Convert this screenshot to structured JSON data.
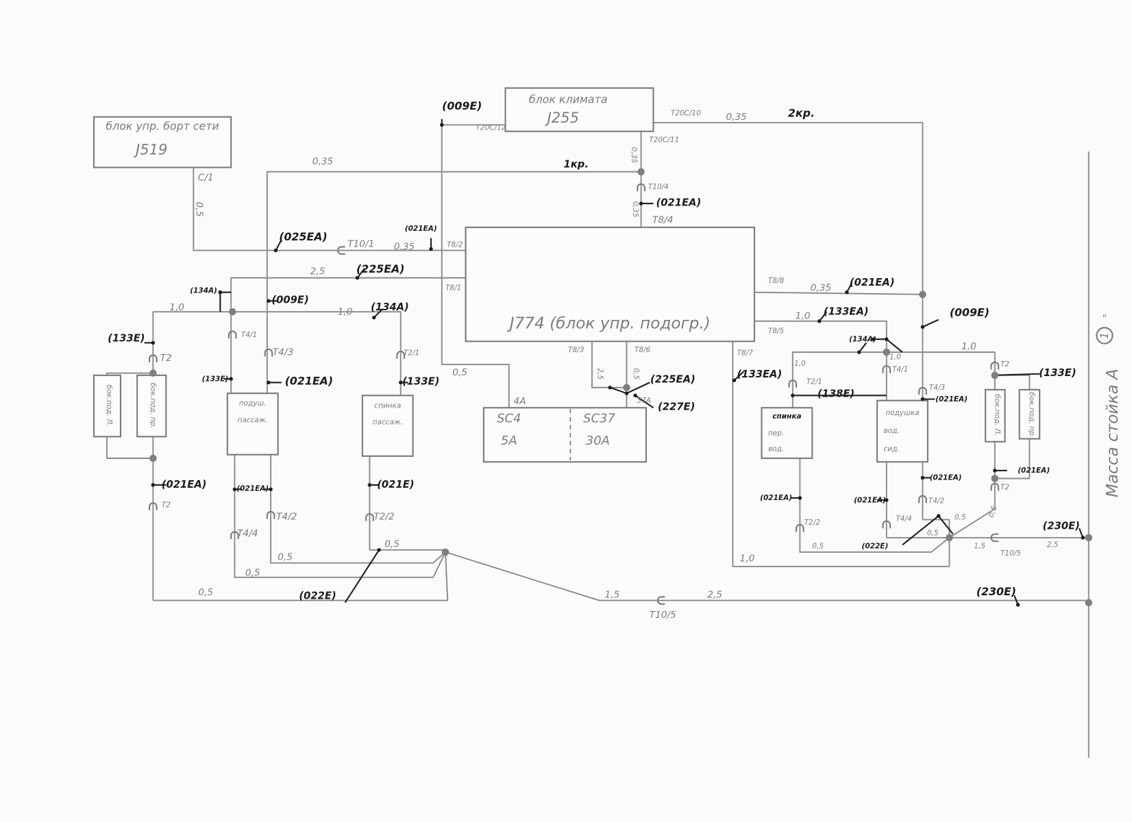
{
  "labels": [
    "блок упр. борт сети",
    "J519",
    "C/1",
    "0,5",
    "(025EA)",
    "T10/1",
    "0,35",
    "(021EA)",
    "T8/2",
    "0,35",
    "блок климата",
    "J255",
    "(009E)",
    "T20C/12",
    "T20C/10",
    "0,35",
    "2кр.",
    "T20C/11",
    "0,35",
    "1кр.",
    "T10/4",
    "0,35",
    "(021EA)",
    "T8/4",
    "J774 (блок упр. подогр.)",
    "2,5",
    "(225EA)",
    "T8/1",
    "(134A)",
    "(009E)",
    "1,0",
    "1,0",
    "(134A)",
    "(133E)",
    "T2",
    "T4/1",
    "T4/3",
    "T2/1",
    "(133E)",
    "(021EA)",
    "(133E)",
    "бок.под. Л.",
    "бок.под. пр.",
    "подуш.",
    "пассаж.",
    "спинка",
    "пассаж.",
    "(021EA)",
    "T2",
    "(021EA)",
    "T4/2",
    "(021E)",
    "T2/2",
    "T4/4",
    "0,5",
    "0,5",
    "0,5",
    "0,5",
    "(022E)",
    "0,5",
    "4A",
    "T8/3",
    "T8/6",
    "2,5",
    "0,5",
    "(225EA)",
    "37A",
    "(227E)",
    "SC4",
    "5A",
    "SC37",
    "30A",
    "1,5",
    "T10/5",
    "2,5",
    "(230E)",
    "T8/8",
    "0,35",
    "(021EA)",
    "T8/5",
    "1,0",
    "(133EA)",
    "(009E)",
    "T8/7",
    "(134A)",
    "1,0",
    "1,0",
    "(133EA)",
    "1,0",
    "T2/1",
    "(138E)",
    "T4/1",
    "T4/3",
    "(021EA)",
    "T2",
    "(133E)",
    "спинка",
    "пер.",
    "вод.",
    "подушка",
    "вод.",
    "сид.",
    "бок.под. Л.",
    "бок.под. пр.",
    "(021EA)",
    "(021EA)",
    "(021EA)",
    "(021EA)",
    "T2",
    "T2/2",
    "T4/2",
    "T4/4",
    "0,5",
    "0,5",
    "0,5",
    "0,5",
    "(022E)",
    "1,5",
    "T10/5",
    "2,5",
    "(230E)",
    "1,0",
    "Масса стойка А",
    "1"
  ],
  "colors": {
    "pencil": "#7b7b7b",
    "ink": "#1c1c1c",
    "paper": "#fbfbf9"
  }
}
